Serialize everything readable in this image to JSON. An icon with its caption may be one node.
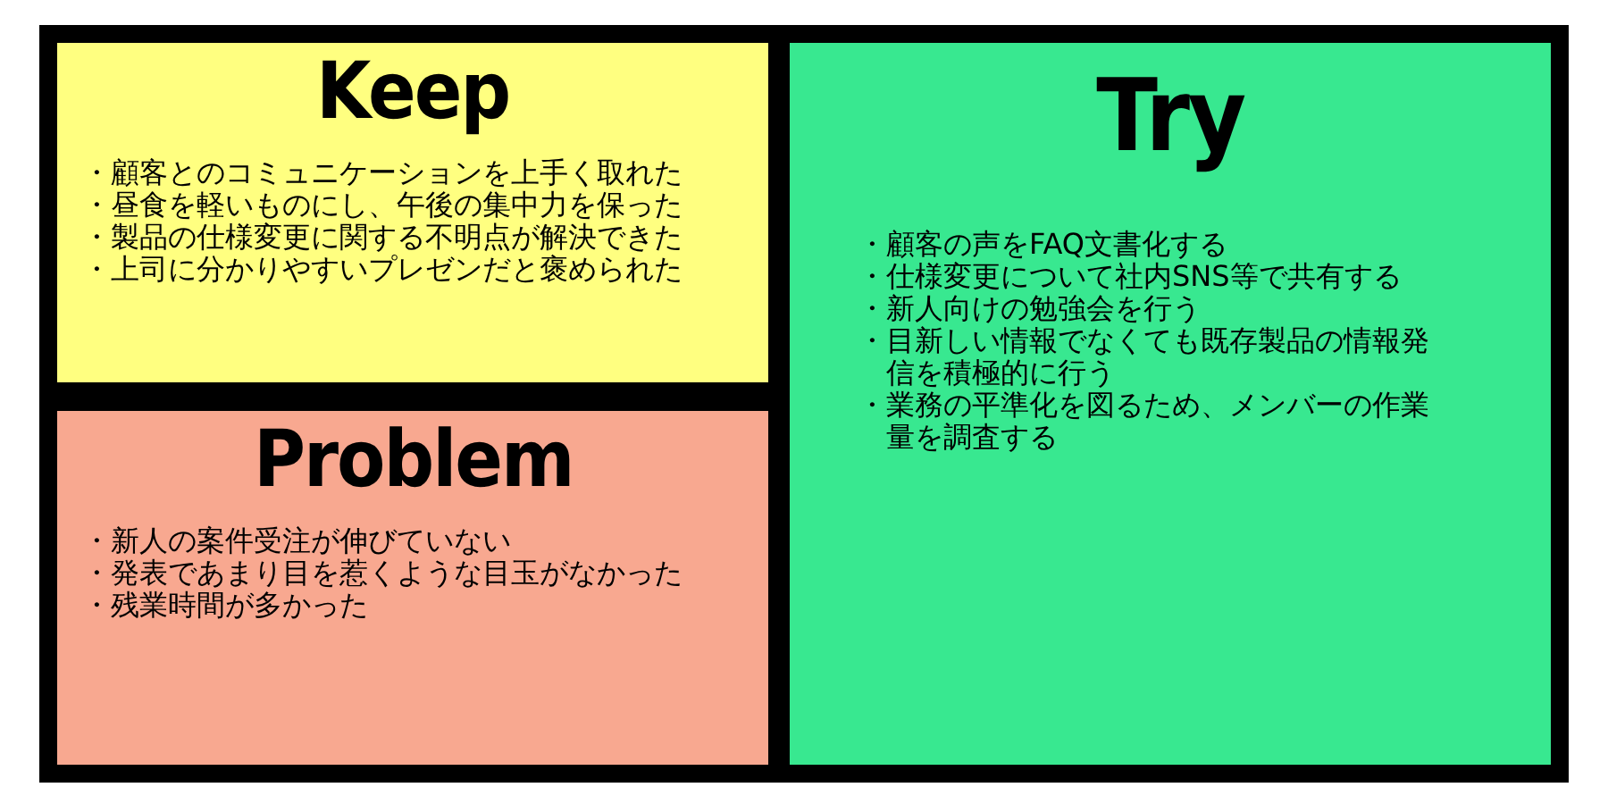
{
  "diagram": {
    "nodes": [
      {
        "text": [
          "Keep",
          "・顧客とのコミュニケーションを上手く取れた",
          "・昼食を軽いものにし、午後の集中力を保った",
          "・製品の仕様変更に関する不明点が解決できた",
          "・上司に分かりやすいプレゼンだと褒められた"
        ]
      },
      {
        "text": [
          "Problem",
          "・新人の案件受注が伸びていない",
          "・発表であまり目を惹くような目玉がなかった",
          "・残業時間が多かった"
        ]
      },
      {
        "text": [
          "Try",
          "・顧客の声をFAQ文書化する",
          "・仕様変更について社内SNS等で共有する",
          "・新人向けの勉強会を行う",
          "・目新しい情報でなくても既存製品の情報発信を積極的に行う",
          "・業務の平準化を図るため、メンバーの作業量を調査する"
        ]
      }
    ]
  }
}
